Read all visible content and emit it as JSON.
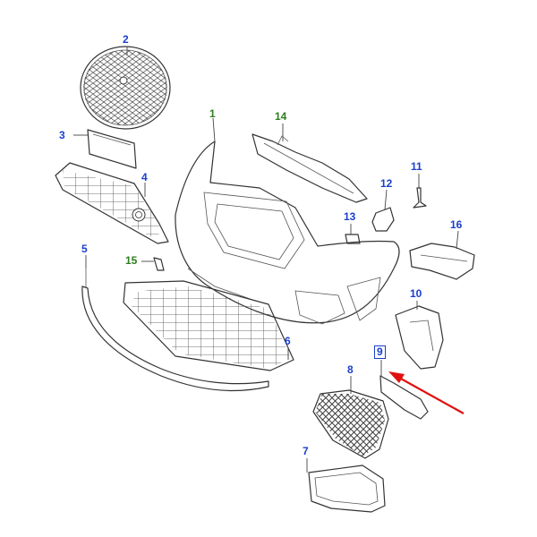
{
  "callouts": {
    "c1": "1",
    "c2": "2",
    "c3": "3",
    "c4": "4",
    "c5": "5",
    "c6": "6",
    "c7": "7",
    "c8": "8",
    "c9": "9",
    "c10": "10",
    "c11": "11",
    "c12": "12",
    "c13": "13",
    "c14": "14",
    "c15": "15",
    "c16": "16"
  },
  "colors": {
    "callout_blue": "#1a3fcf",
    "callout_green": "#2f7d1f",
    "arrow_red": "#e01010",
    "line": "#333333"
  }
}
